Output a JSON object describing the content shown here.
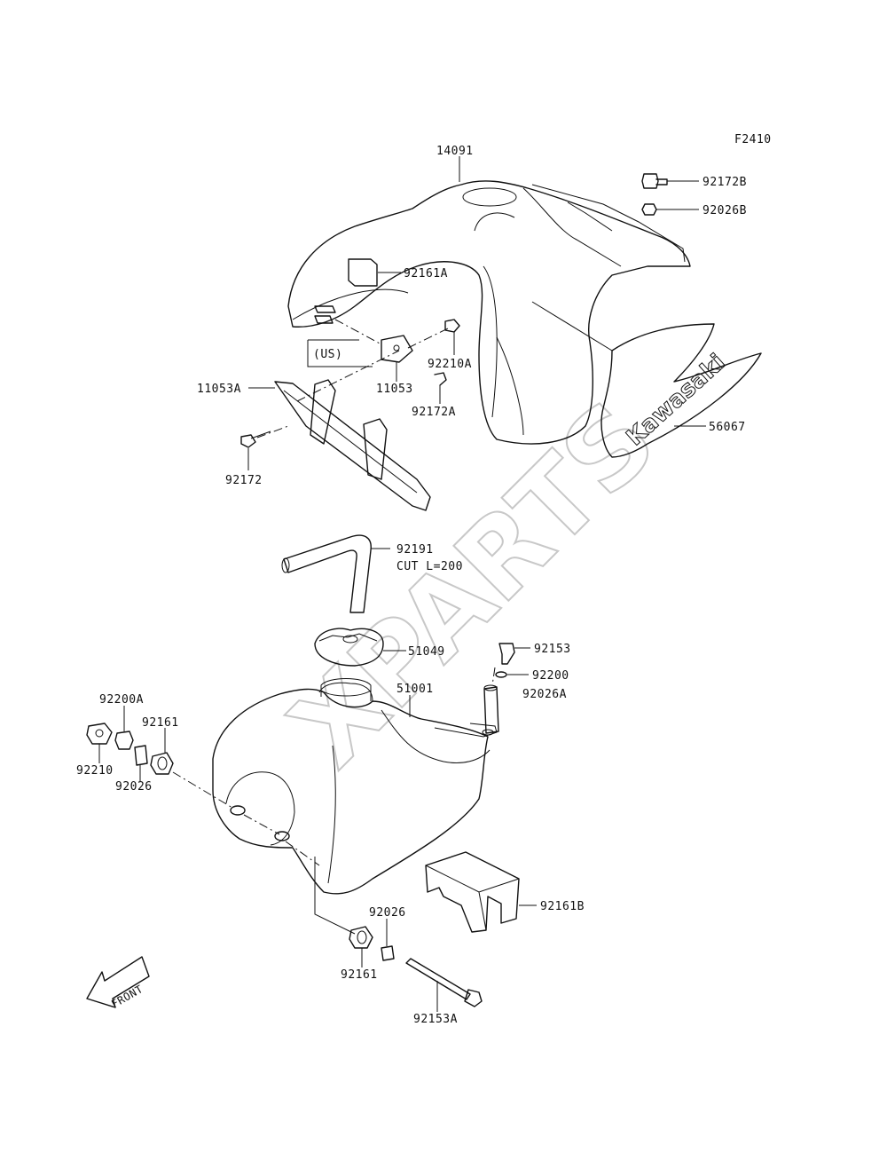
{
  "figure_code": "F2410",
  "watermark": "XPARTS",
  "brand_text": "Kawasaki",
  "front_label": "FRONT",
  "labels": {
    "p14091": "14091",
    "p92172B": "92172B",
    "p92026B": "92026B",
    "p92161A": "92161A",
    "us": "(US)",
    "p92210A": "92210A",
    "p11053": "11053",
    "p92172A": "92172A",
    "p11053A": "11053A",
    "p56067": "56067",
    "p92172": "92172",
    "p92191": "92191",
    "cut": "CUT L=200",
    "p51049": "51049",
    "p92153": "92153",
    "p92200": "92200",
    "p51001": "51001",
    "p92026A": "92026A",
    "p92200A": "92200A",
    "p92161": "92161",
    "p92210": "92210",
    "p92026": "92026",
    "p92161B": "92161B",
    "p92026b2": "92026",
    "p92161b2": "92161",
    "p92153A": "92153A"
  }
}
